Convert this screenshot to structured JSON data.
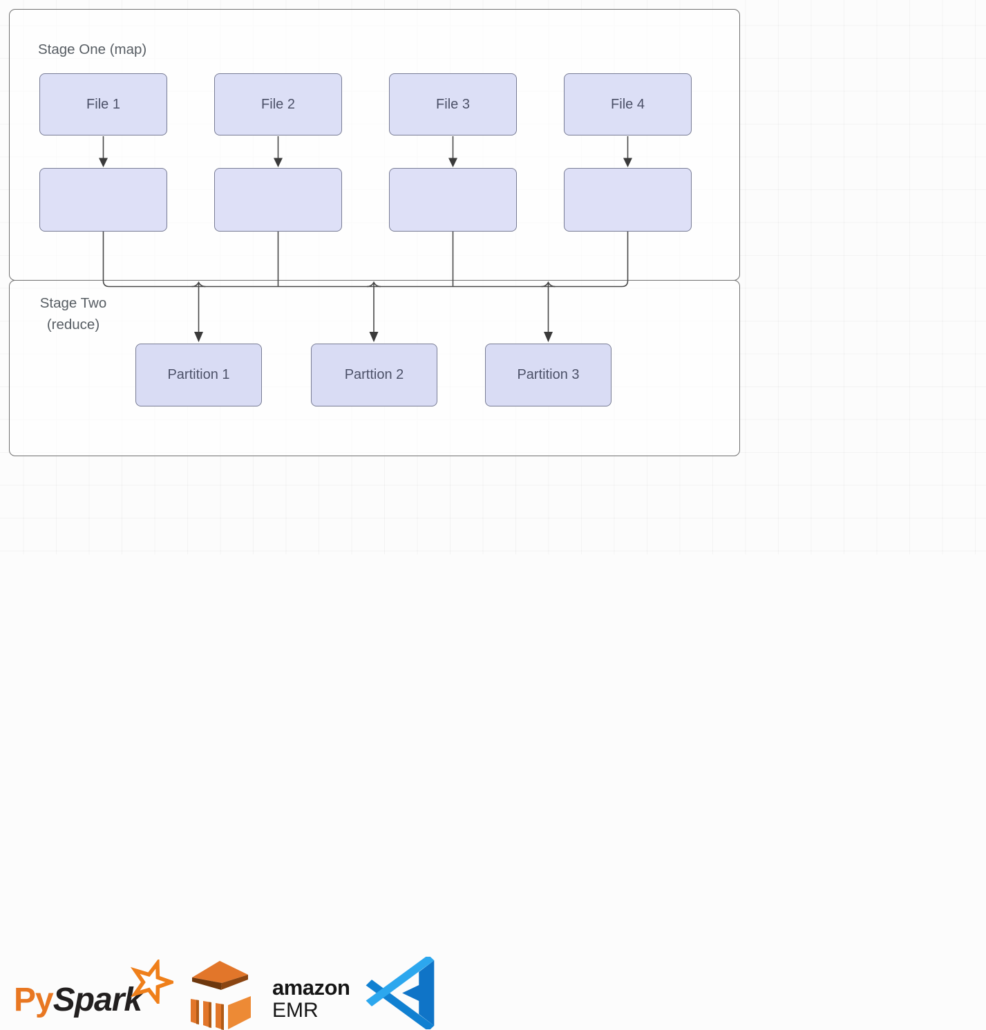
{
  "diagram": {
    "stage_one": {
      "label": "Stage One (map)",
      "file_boxes": [
        {
          "label": "File 1"
        },
        {
          "label": "File 2"
        },
        {
          "label": "File 3"
        },
        {
          "label": "File 4"
        }
      ],
      "map_task_boxes": [
        "",
        "",
        "",
        ""
      ]
    },
    "stage_two": {
      "label_line1": "Stage Two",
      "label_line2": "(reduce)",
      "partition_boxes": [
        {
          "label": "Partition 1"
        },
        {
          "label": "Parttion 2"
        },
        {
          "label": "Partition 3"
        }
      ]
    }
  },
  "logos": {
    "pyspark": {
      "prefix": "Py",
      "suffix": "Spark",
      "icon": "star-icon"
    },
    "amazon_emr": {
      "line1": "amazon",
      "line2": "EMR",
      "icon": "emr-cube-icon"
    },
    "vscode": {
      "icon": "vscode-icon"
    }
  },
  "colors": {
    "node_fill": "#dcdff6",
    "node_border": "#777b94",
    "node_text": "#4c5168",
    "container_border": "#6f6f6f",
    "stage_label_text": "#575d63",
    "connector": "#474747",
    "pyspark_orange": "#E87722",
    "pyspark_black": "#221f1f",
    "emr_orange": "#E2762A",
    "emr_dark_brown": "#6d370d",
    "vscode_blue": "#0f74c7",
    "vscode_light_blue": "#2CA7EE"
  }
}
